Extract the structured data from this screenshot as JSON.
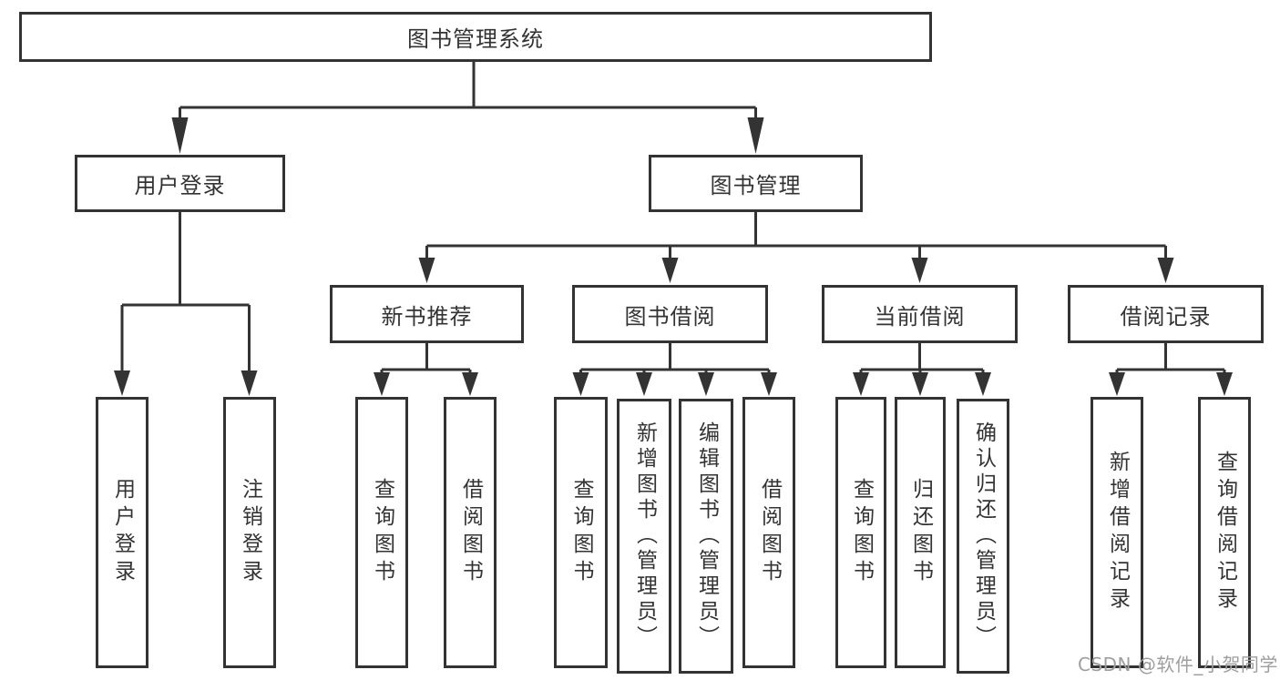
{
  "tree": {
    "label": "图书管理系统",
    "children": [
      {
        "label": "用户登录",
        "children": [
          {
            "label": "用户登录"
          },
          {
            "label": "注销登录"
          }
        ]
      },
      {
        "label": "图书管理",
        "children": [
          {
            "label": "新书推荐",
            "children": [
              {
                "label": "查询图书"
              },
              {
                "label": "借阅图书"
              }
            ]
          },
          {
            "label": "图书借阅",
            "children": [
              {
                "label": "查询图书"
              },
              {
                "label": "新增图书（管理员）"
              },
              {
                "label": "编辑图书（管理员）"
              },
              {
                "label": "借阅图书"
              }
            ]
          },
          {
            "label": "当前借阅",
            "children": [
              {
                "label": "查询图书"
              },
              {
                "label": "归还图书"
              },
              {
                "label": "确认归还（管理员）"
              }
            ]
          },
          {
            "label": "借阅记录",
            "children": [
              {
                "label": "新增借阅记录"
              },
              {
                "label": "查询借阅记录"
              }
            ]
          }
        ]
      }
    ]
  },
  "watermark": {
    "text": "CSDN @软件_小贺同学"
  },
  "colors": {
    "line": "#333333",
    "text": "#333333",
    "background": "#ffffff",
    "watermark": "#9e9e9e"
  }
}
